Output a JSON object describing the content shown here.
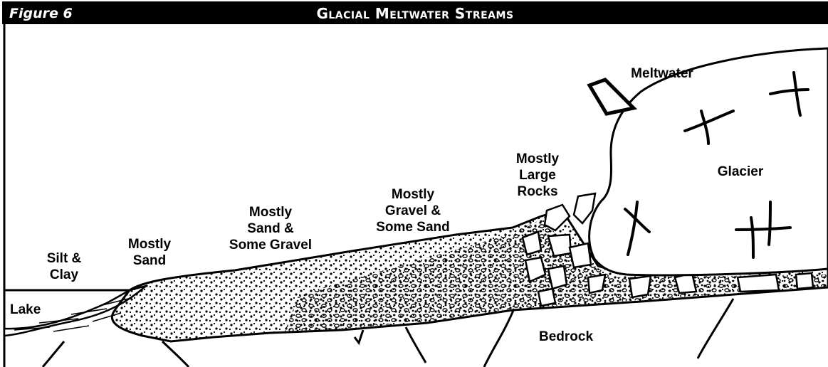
{
  "header": {
    "figure_label": "Figure 6",
    "title": "Glacial Meltwater Streams"
  },
  "labels": {
    "meltwater": "Meltwater",
    "glacier": "Glacier",
    "bedrock": "Bedrock",
    "lake": "Lake",
    "silt_clay": [
      "Silt &",
      "Clay"
    ],
    "mostly_sand": [
      "Mostly",
      "Sand"
    ],
    "sand_some_gravel": [
      "Mostly",
      "Sand &",
      "Some Gravel"
    ],
    "gravel_some_sand": [
      "Mostly",
      "Gravel &",
      "Some Sand"
    ],
    "large_rocks": [
      "Mostly",
      "Large",
      "Rocks"
    ]
  },
  "colors": {
    "ink": "#000000",
    "paper": "#ffffff"
  }
}
